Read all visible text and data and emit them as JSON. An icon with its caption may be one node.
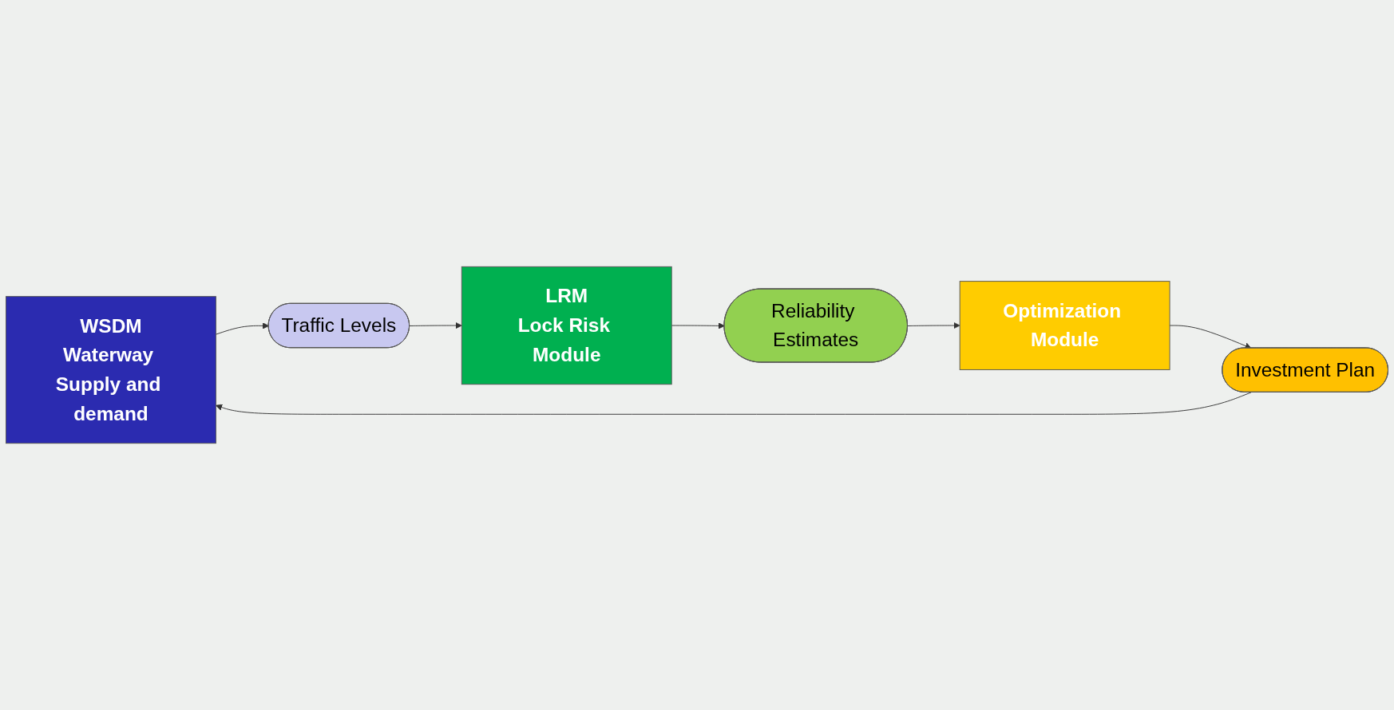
{
  "diagram": {
    "nodes": [
      {
        "text": [
          "WSDM",
          "Waterway Supply and demand"
        ]
      },
      {
        "text": [
          "Traffic Levels"
        ]
      },
      {
        "text": [
          "LRM",
          "Lock Risk Module"
        ]
      },
      {
        "text": [
          "Reliability Estimates"
        ]
      },
      {
        "text": [
          "Optimization Module"
        ]
      },
      {
        "text": [
          "Investment Plan"
        ]
      }
    ],
    "edges": [
      {
        "from": 0,
        "to": 1,
        "arrow": "to"
      },
      {
        "from": 1,
        "to": 2,
        "arrow": "to"
      },
      {
        "from": 2,
        "to": 3,
        "arrow": "to"
      },
      {
        "from": 3,
        "to": 4,
        "arrow": "to"
      },
      {
        "from": 4,
        "to": 5,
        "arrow": "to"
      },
      {
        "from": 5,
        "to": 0,
        "arrow": "to"
      }
    ]
  }
}
